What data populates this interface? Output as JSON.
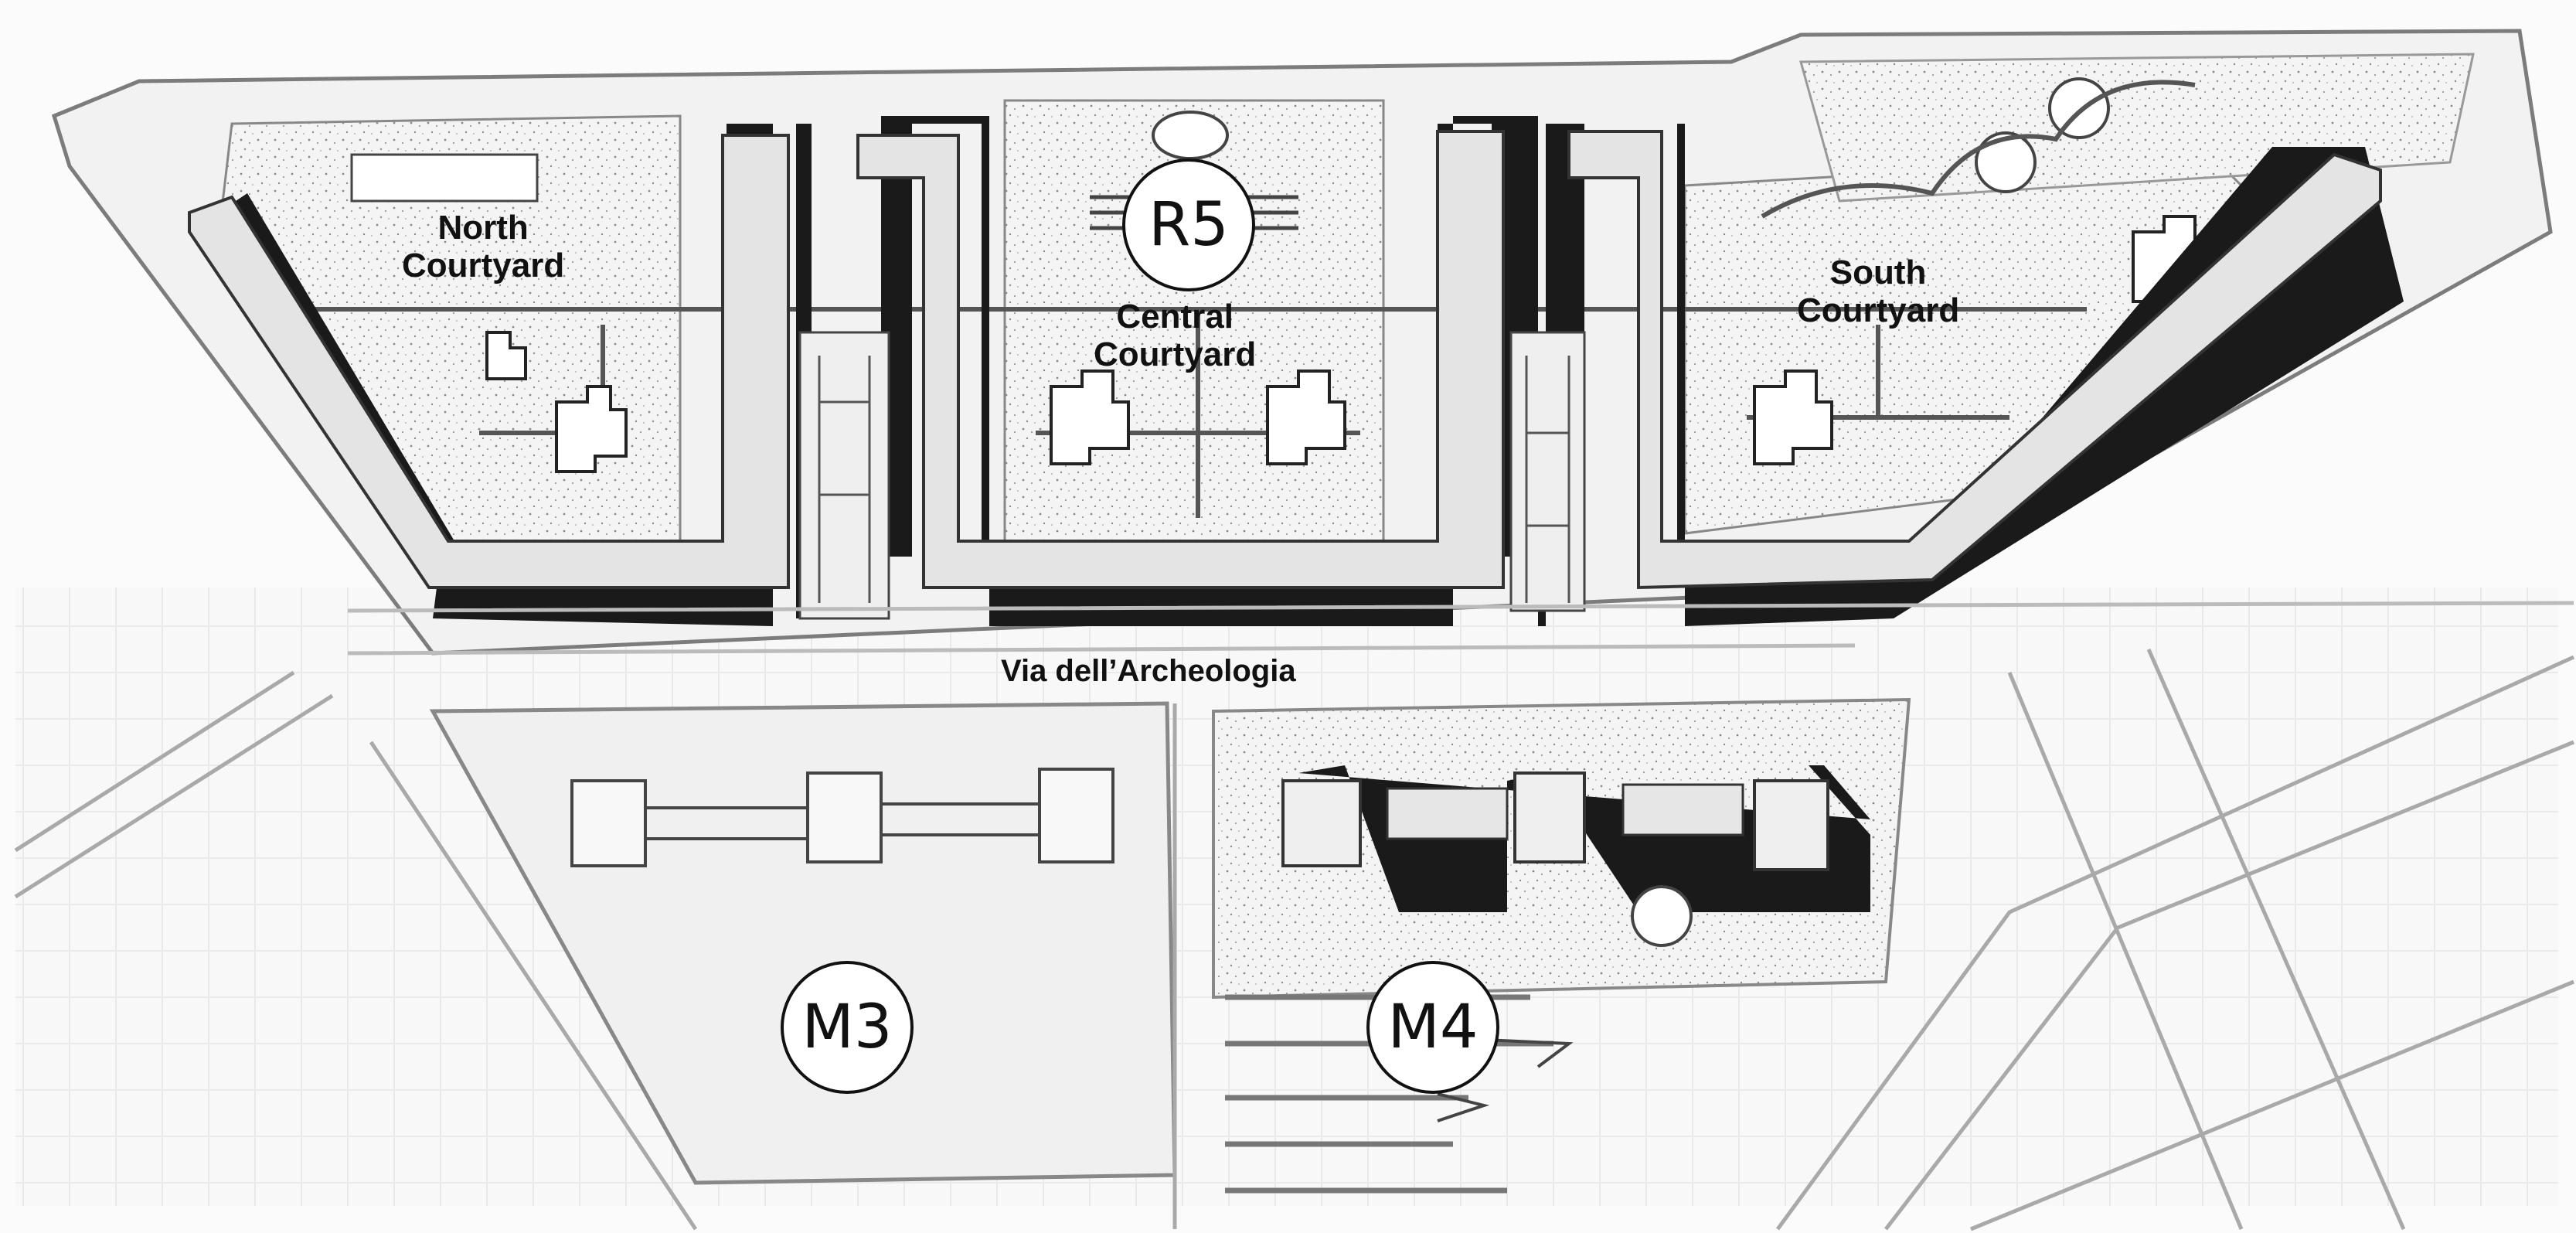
{
  "map": {
    "courtyards": {
      "north": [
        "North",
        "Courtyard"
      ],
      "central": [
        "Central",
        "Courtyard"
      ],
      "south": [
        "South",
        "Courtyard"
      ]
    },
    "street": "Via dell’Archeologia",
    "markers": {
      "r5": "R5",
      "m3": "M3",
      "m4": "M4"
    },
    "colors": {
      "background": "#ffffff",
      "building_shadow": "#1a1a1a",
      "paper": "#f3f3f3",
      "line": "#9a9a9a",
      "wall": "#333333"
    }
  }
}
